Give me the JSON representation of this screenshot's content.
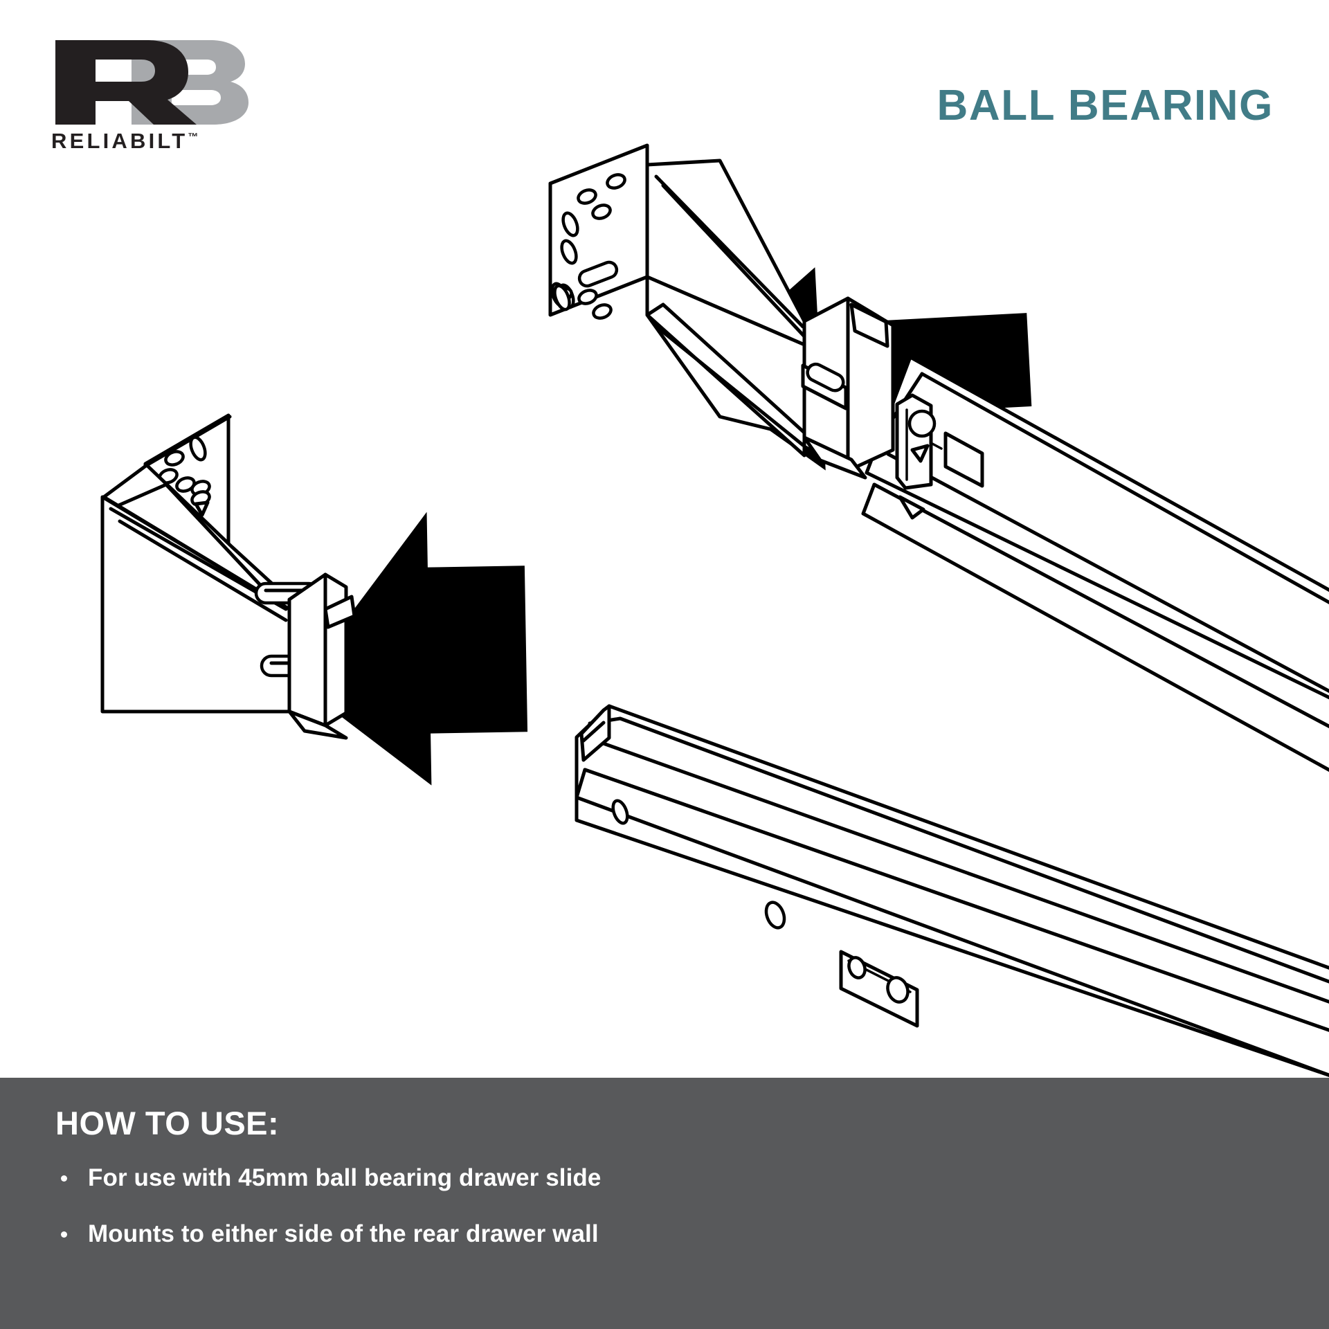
{
  "brand": {
    "mark_letters": "RB",
    "mark_letter_primary": "R",
    "mark_letter_secondary": "B",
    "wordmark": "RELIABILT",
    "trademark_symbol": "™",
    "colors": {
      "primary": "#231f20",
      "secondary": "#a7a9ac"
    }
  },
  "header": {
    "title": "BALL BEARING",
    "title_color": "#417C87"
  },
  "illustration": {
    "name": "drawer-slide-rear-mounting-bracket-exploded-diagram",
    "line_color": "#000000",
    "fill_color": "#ffffff",
    "arrow_color": "#000000",
    "parts": [
      "rear-mount-bracket-right",
      "rear-mount-bracket-left",
      "ball-bearing-drawer-slide-rail-upper",
      "ball-bearing-drawer-slide-rail-lower",
      "assembly-arrow-upper",
      "assembly-arrow-lower"
    ]
  },
  "instructions": {
    "heading": "HOW TO USE:",
    "background_color": "#58595B",
    "text_color": "#ffffff",
    "items": [
      "For use with 45mm ball bearing drawer slide",
      "Mounts to either side of the rear drawer wall"
    ]
  }
}
